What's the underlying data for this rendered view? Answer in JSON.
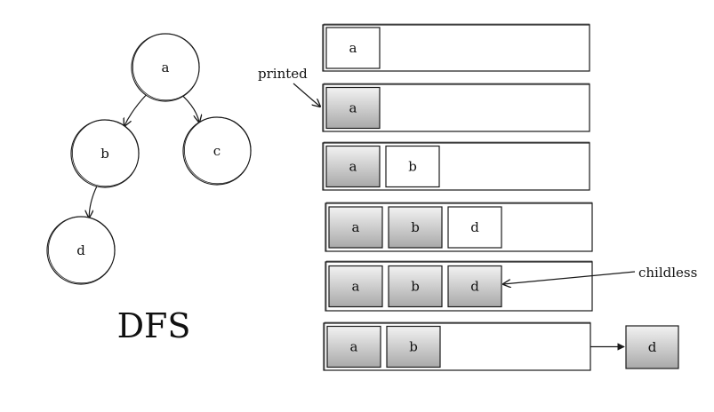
{
  "title": "DFS",
  "tree": {
    "nodes": [
      {
        "id": "a",
        "label": "a"
      },
      {
        "id": "b",
        "label": "b"
      },
      {
        "id": "c",
        "label": "c"
      },
      {
        "id": "d",
        "label": "d"
      }
    ],
    "edges": [
      {
        "from": "a",
        "to": "b"
      },
      {
        "from": "a",
        "to": "c"
      },
      {
        "from": "b",
        "to": "d"
      }
    ]
  },
  "stack_states": [
    {
      "cells": [
        {
          "label": "a",
          "printed": false
        }
      ]
    },
    {
      "cells": [
        {
          "label": "a",
          "printed": true
        }
      ]
    },
    {
      "cells": [
        {
          "label": "a",
          "printed": true
        },
        {
          "label": "b",
          "printed": false
        }
      ]
    },
    {
      "cells": [
        {
          "label": "a",
          "printed": true
        },
        {
          "label": "b",
          "printed": true
        },
        {
          "label": "d",
          "printed": false
        }
      ]
    },
    {
      "cells": [
        {
          "label": "a",
          "printed": true
        },
        {
          "label": "b",
          "printed": true
        },
        {
          "label": "d",
          "printed": true
        }
      ]
    },
    {
      "cells": [
        {
          "label": "a",
          "printed": true
        },
        {
          "label": "b",
          "printed": true
        }
      ]
    }
  ],
  "popped": {
    "label": "d"
  },
  "annotations": {
    "printed": "printed",
    "childless": "childless"
  },
  "colors": {
    "stroke": "#1a1a1a",
    "printed_fill_top": "#f2f2f2",
    "printed_fill_bottom": "#a9a9a9",
    "unprinted_fill": "#ffffff"
  }
}
